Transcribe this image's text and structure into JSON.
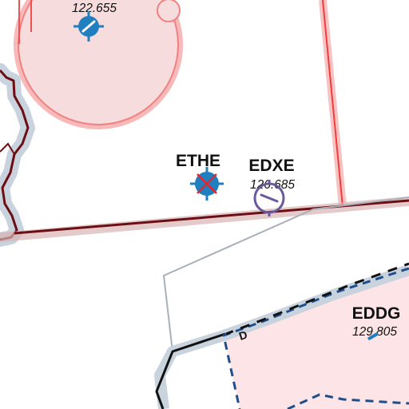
{
  "map": {
    "airspace_class_label": "D",
    "airports": [
      {
        "id": "top-airport",
        "code": "",
        "frequency": "122.655",
        "symbol": "civil-airfield-blue"
      },
      {
        "id": "ethe",
        "code": "ETHE",
        "frequency": "",
        "symbol": "military-airfield-closed-red-x"
      },
      {
        "id": "edxe",
        "code": "EDXE",
        "frequency": "126.685",
        "symbol": "glider-site-purple"
      },
      {
        "id": "eddg",
        "code": "EDDG",
        "frequency": "129.805",
        "symbol": "airport-runway-blue"
      }
    ]
  },
  "colors": {
    "background": "#ffffff",
    "restricted_fill": "#f6dcdc",
    "restricted_stroke": "#f08080",
    "restricted_line": "#f03c3c",
    "boundary_dark": "#6b0f14",
    "border_halo": "#c9d3de",
    "ctr_fill": "#fde4e6",
    "ctr_dash": "#1f4f8a",
    "airport_blue": "#1f7fbf",
    "airspace_grey": "#a9b0ba",
    "glider_purple": "#6a5a9a",
    "closed_red": "#e5252d"
  }
}
